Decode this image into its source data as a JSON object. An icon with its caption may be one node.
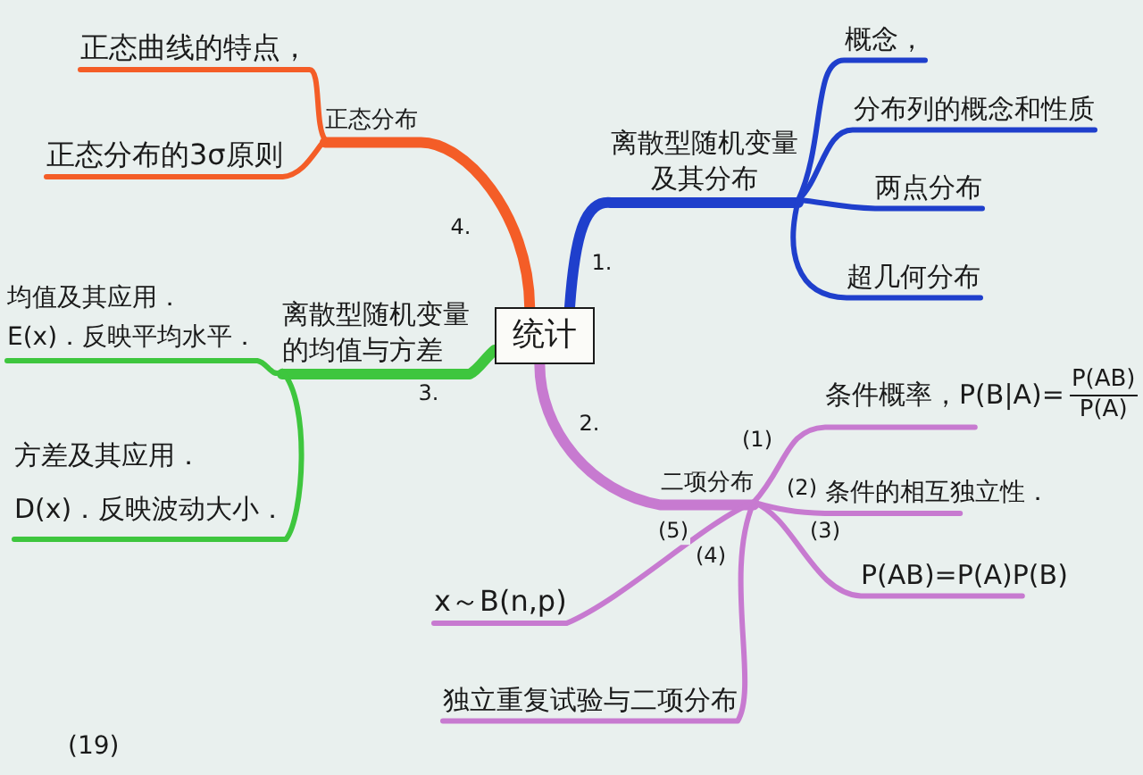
{
  "diagram": {
    "nodes": [
      {
        "text": [
          "统计"
        ]
      },
      {
        "text": [
          "离散型随机变量及其分布"
        ]
      },
      {
        "text": [
          "概念，"
        ]
      },
      {
        "text": [
          "分布列的概念和性质"
        ]
      },
      {
        "text": [
          "两点分布"
        ]
      },
      {
        "text": [
          "超几何分布"
        ]
      },
      {
        "text": [
          "二项分布"
        ]
      },
      {
        "text": [
          "条件概率，P(B|A)=",
          "P(AB)",
          "P(A)"
        ]
      },
      {
        "text": [
          "条件的相互独立性．"
        ]
      },
      {
        "text": [
          "P(AB)=P(A)P(B)"
        ]
      },
      {
        "text": [
          "独立重复试验与二项分布"
        ]
      },
      {
        "text": [
          "x～B(n,p)"
        ]
      },
      {
        "text": [
          "离散型随机变量的均值与方差"
        ]
      },
      {
        "text": [
          "均值及其应用．E(x)．反映平均水平．"
        ]
      },
      {
        "text": [
          "方差及其应用．D(x)．反映波动大小．"
        ]
      },
      {
        "text": [
          "正态分布"
        ]
      },
      {
        "text": [
          "正态曲线的特点，"
        ]
      },
      {
        "text": [
          "正态分布的3σ原则"
        ]
      }
    ],
    "edges": [
      {
        "from": 0,
        "to": 1,
        "arrow": "none",
        "label": "1.",
        "style": "thick",
        "color": "#1f3fcc"
      },
      {
        "from": 1,
        "to": 2,
        "arrow": "none",
        "color": "#1f3fcc"
      },
      {
        "from": 1,
        "to": 3,
        "arrow": "none",
        "color": "#1f3fcc"
      },
      {
        "from": 1,
        "to": 4,
        "arrow": "none",
        "color": "#1f3fcc"
      },
      {
        "from": 1,
        "to": 5,
        "arrow": "none",
        "color": "#1f3fcc"
      },
      {
        "from": 0,
        "to": 6,
        "arrow": "none",
        "label": "2.",
        "style": "thick"
      },
      {
        "from": 6,
        "to": 7,
        "arrow": "none",
        "label": "(1)"
      },
      {
        "from": 6,
        "to": 8,
        "arrow": "none",
        "label": "(2)"
      },
      {
        "from": 6,
        "to": 9,
        "arrow": "none",
        "label": "(3)"
      },
      {
        "from": 6,
        "to": 10,
        "arrow": "none",
        "label": "(4)"
      },
      {
        "from": 6,
        "to": 11,
        "arrow": "none",
        "label": "(5)"
      },
      {
        "from": 0,
        "to": 12,
        "arrow": "none",
        "label": "3.",
        "style": "thick",
        "color": "#3ec63e"
      },
      {
        "from": 12,
        "to": 13,
        "arrow": "none",
        "color": "#3ec63e"
      },
      {
        "from": 12,
        "to": 14,
        "arrow": "none",
        "color": "#3ec63e"
      },
      {
        "from": 0,
        "to": 15,
        "arrow": "none",
        "label": "4.",
        "style": "thick",
        "color": "#f45d27"
      },
      {
        "from": 15,
        "to": 16,
        "arrow": "none",
        "color": "#f45d27"
      },
      {
        "from": 15,
        "to": 17,
        "arrow": "none",
        "color": "#f45d27"
      }
    ],
    "labels": [
      "(19)"
    ]
  }
}
